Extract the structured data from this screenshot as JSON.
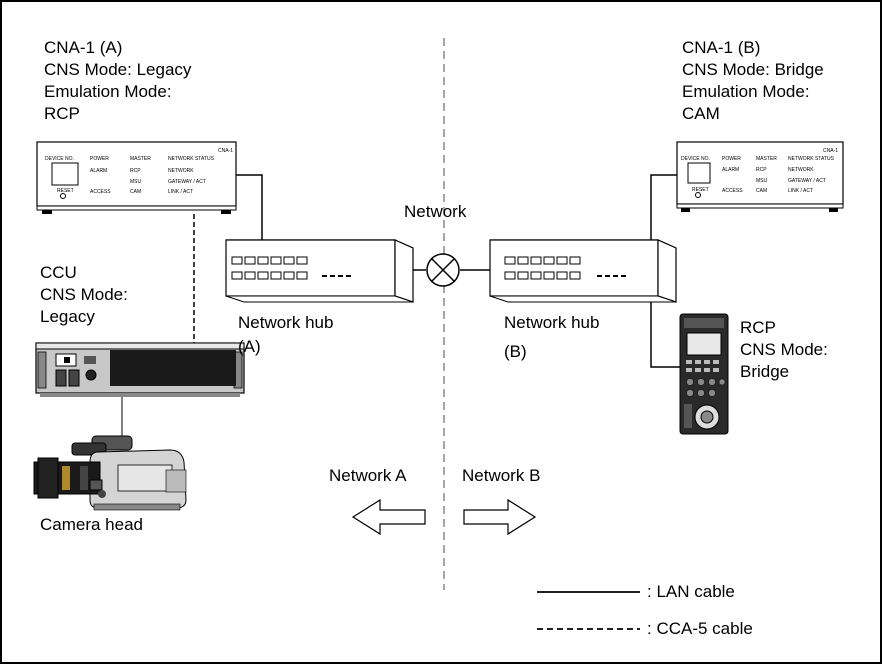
{
  "cna_a": {
    "title": "CNA-1 (A)",
    "cns_mode": "CNS Mode: Legacy",
    "emulation_mode_label": "Emulation Mode:",
    "emulation_mode_value": "RCP"
  },
  "cna_b": {
    "title": "CNA-1 (B)",
    "cns_mode": "CNS Mode: Bridge",
    "emulation_mode_label": "Emulation Mode:",
    "emulation_mode_value": "CAM"
  },
  "ccu": {
    "title": "CCU",
    "cns_mode_label": "CNS Mode:",
    "cns_mode_value": "Legacy"
  },
  "rcp": {
    "title": "RCP",
    "cns_mode_label": "CNS Mode:",
    "cns_mode_value": "Bridge"
  },
  "network_label": "Network",
  "hub_a": {
    "line1": "Network hub",
    "line2": "(A)"
  },
  "hub_b": {
    "line1": "Network hub",
    "line2": "(B)"
  },
  "camera_head": "Camera head",
  "network_a": "Network A",
  "network_b": "Network B",
  "legend": {
    "lan": ": LAN cable",
    "cca": ": CCA-5 cable"
  },
  "device_panel": {
    "model": "CNA-1",
    "device_no": "DEVICE NO.",
    "reset": "RESET",
    "power": "POWER",
    "alarm": "ALARM",
    "access": "ACCESS",
    "master": "MASTER",
    "rcp": "RCP",
    "msu": "MSU",
    "cam": "CAM",
    "network_status": "NETWORK STATUS",
    "network": "NETWORK",
    "gateway": "GATEWAY / ACT",
    "link": "LINK / ACT"
  }
}
